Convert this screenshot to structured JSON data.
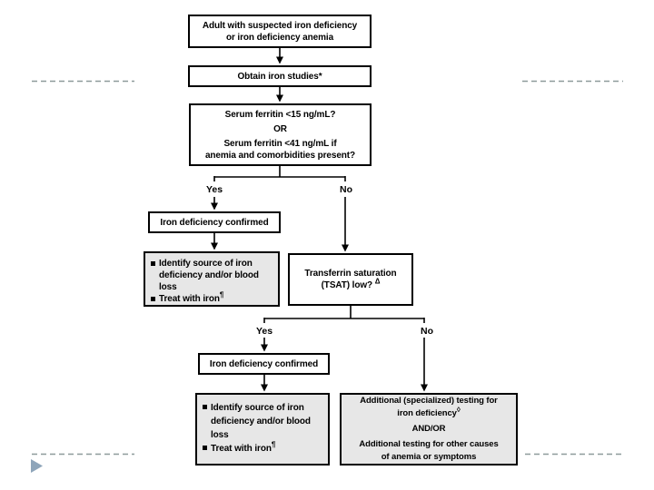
{
  "slide": {
    "decorations": {
      "triangle_color": "#8ea5ba",
      "dash_color": "#8e9a9a"
    }
  },
  "flowchart": {
    "colors": {
      "box_border": "#000000",
      "gray_fill": "#e7e7e7",
      "white_fill": "#ffffff",
      "text": "#000000",
      "line": "#000000"
    },
    "boxes": {
      "adult": {
        "lines": [
          "Adult with suspected iron deficiency",
          "or iron deficiency anemia"
        ]
      },
      "obtain": {
        "label": "Obtain iron studies*"
      },
      "ferritin": {
        "lines": [
          "Serum ferritin <15 ng/mL?",
          "OR",
          "Serum ferritin <41 ng/mL if",
          "anemia and comorbidities present?"
        ]
      },
      "confirmed1": {
        "label": "Iron deficiency confirmed"
      },
      "actions1": {
        "bullets": [
          {
            "text": "Identify source of iron deficiency and/or blood loss",
            "sup": ""
          },
          {
            "text": "Treat with iron",
            "sup": "¶"
          }
        ]
      },
      "tsat": {
        "line1": "Transferrin saturation",
        "line2": "(TSAT) low?",
        "line2_sup": "Δ"
      },
      "confirmed2": {
        "label": "Iron deficiency confirmed"
      },
      "actions2": {
        "bullets": [
          {
            "text": "Identify source of iron deficiency and/or blood loss",
            "sup": ""
          },
          {
            "text": "Treat with iron",
            "sup": "¶"
          }
        ]
      },
      "additional": {
        "line1": "Additional (specialized) testing for",
        "line2": "iron deficiency",
        "line2_sup": "◊",
        "line3": "AND/OR",
        "line4": "Additional testing for other causes",
        "line5": "of anemia or symptoms"
      }
    },
    "branch_labels": {
      "yes1": "Yes",
      "no1": "No",
      "yes2": "Yes",
      "no2": "No"
    }
  }
}
